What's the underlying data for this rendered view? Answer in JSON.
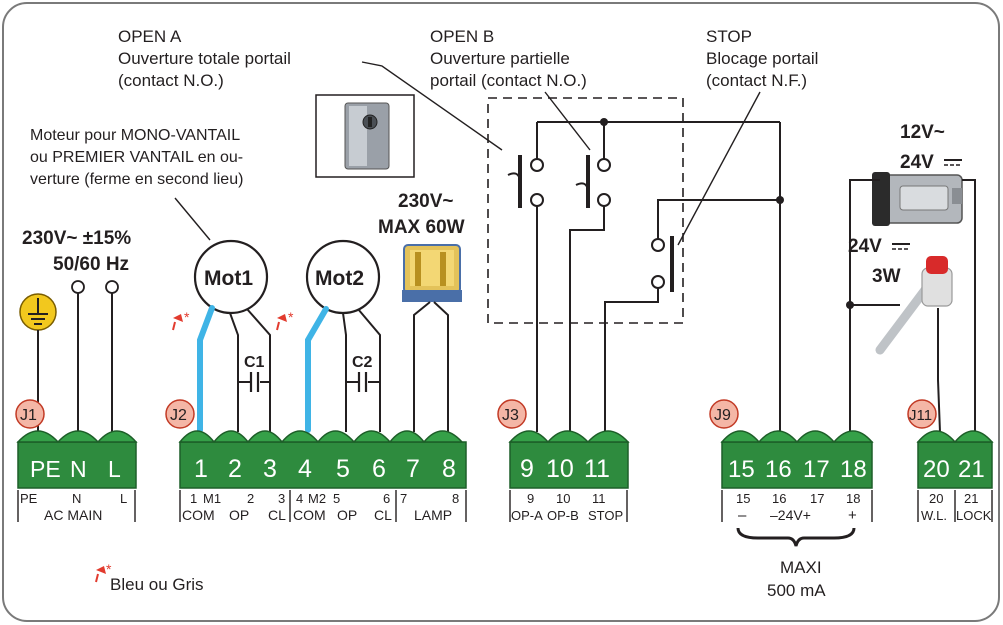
{
  "labels": {
    "open_a": "OPEN A",
    "open_a_desc1": "Ouverture totale portail",
    "open_a_desc2": "(contact N.O.)",
    "open_b": "OPEN B",
    "open_b_desc1": "Ouverture partielle",
    "open_b_desc2": "portail (contact N.O.)",
    "stop": "STOP",
    "stop_desc1": "Blocage portail",
    "stop_desc2": "(contact N.F.)",
    "motor_desc1": "Moteur pour MONO-VANTAIL",
    "motor_desc2": "ou PREMIER VANTAIL en ou-",
    "motor_desc3": "verture (ferme en second lieu)",
    "mains_voltage": "230V~  ±15%",
    "mains_freq": "50/60 Hz",
    "lamp_voltage": "230V~",
    "lamp_power": "MAX 60W",
    "lock_v1": "12V~",
    "lock_v2": "24V",
    "wl_v": "24V",
    "wl_p": "3W",
    "mot1": "Mot1",
    "mot2": "Mot2",
    "c1": "C1",
    "c2": "C2",
    "star": "*",
    "legend": "Bleu ou Gris",
    "maxi": "MAXI",
    "maxi_current": "500 mA"
  },
  "blocks": {
    "j1": {
      "id": "J1",
      "pins": [
        "PE",
        "N",
        "L"
      ],
      "bottom": [
        "PE",
        "N",
        "L"
      ],
      "group": "AC MAIN"
    },
    "j2": {
      "id": "J2",
      "pins": [
        "1",
        "2",
        "3",
        "4",
        "5",
        "6",
        "7",
        "8"
      ],
      "bottom_top": [
        "1",
        "M1",
        "2",
        "3",
        "4",
        "M2",
        "5",
        "6",
        "7",
        "8"
      ],
      "bottom_low": [
        "COM",
        "OP",
        "CL",
        "COM",
        "OP",
        "CL",
        "LAMP"
      ]
    },
    "j3": {
      "id": "J3",
      "pins": [
        "9",
        "10",
        "11"
      ],
      "bottom_top": [
        "9",
        "10",
        "11"
      ],
      "bottom_low": [
        "OP-A",
        "OP-B",
        "STOP"
      ]
    },
    "j9": {
      "id": "J9",
      "pins": [
        "15",
        "16",
        "17",
        "18"
      ],
      "bottom_top": [
        "15",
        "16",
        "17",
        "18"
      ],
      "bottom_low": [
        "–",
        "–24V+",
        "+"
      ]
    },
    "j11": {
      "id": "J11",
      "pins": [
        "20",
        "21"
      ],
      "bottom_top": [
        "20",
        "21"
      ],
      "bottom_low": [
        "W.L.",
        "LOCK"
      ]
    }
  },
  "colors": {
    "terminal_green": "#2e8b3e",
    "badge": "#f4b6a6",
    "blue_wire": "#3fb4e6",
    "ground": "#f2c81e"
  }
}
